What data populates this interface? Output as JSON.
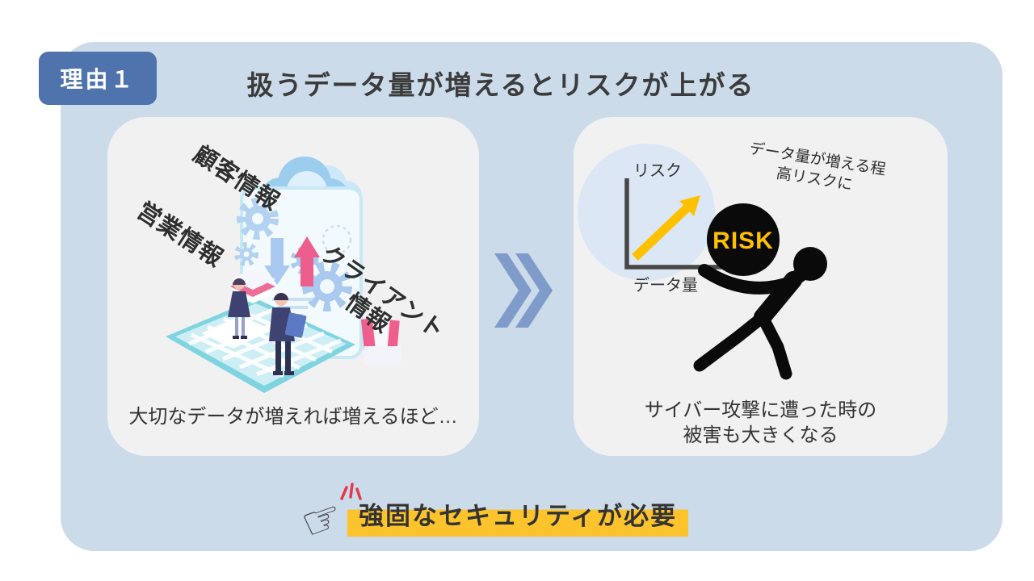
{
  "header": {
    "badge_label": "理由１",
    "title": "扱うデータ量が増えるとリスクが上がる"
  },
  "left_panel": {
    "label_customer": "顧客情報",
    "label_sales": "営業情報",
    "label_client_line1": "クライアント",
    "label_client_line2": "情報",
    "caption": "大切なデータが増えれば増えるほど…"
  },
  "right_panel": {
    "chart_y_label": "リスク",
    "chart_x_label": "データ量",
    "annotation_line1": "データ量が増える程",
    "annotation_line2": "高リスクに",
    "risk_label": "RISK",
    "caption_line1": "サイバー攻撃に遭った時の",
    "caption_line2": "被害も大きくなる"
  },
  "footer": {
    "conclusion": "強固なセキュリティが必要"
  },
  "colors": {
    "container_bg": "#ccdbe9",
    "badge_bg": "#4e73ad",
    "panel_bg": "#f1f1f2",
    "chevron": "#7e9bca",
    "accent_yellow": "#ffc000",
    "highlight_yellow": "#fcc32d",
    "pink": "#ec5f8d",
    "illustration_blue": "#a9c9f0",
    "dark_text": "#3b3b3b"
  }
}
